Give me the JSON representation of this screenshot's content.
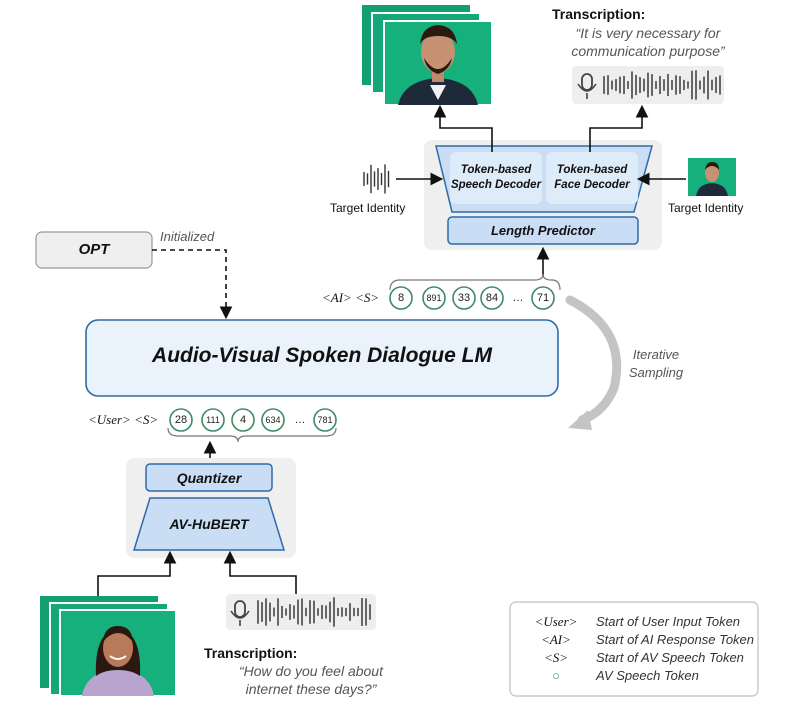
{
  "colors": {
    "token_green": "#3d8a64",
    "box_blue_fill": "#c9def5",
    "box_blue_stroke": "#2f6aa8",
    "panel_gray": "#efefef",
    "video_green": "#16b07d"
  },
  "top_output": {
    "transcription_label": "Transcription:",
    "transcription_text_line1": "“It is very necessary for",
    "transcription_text_line2": "communication purpose”"
  },
  "decoders": {
    "speech_decoder_line1": "Token-based",
    "speech_decoder_line2": "Speech Decoder",
    "face_decoder_line1": "Token-based",
    "face_decoder_line2": "Face Decoder",
    "length_predictor": "Length Predictor",
    "target_identity_left": "Target Identity",
    "target_identity_right": "Target Identity"
  },
  "opt": {
    "label": "OPT",
    "initialized": "Initialized"
  },
  "ai_tokens": {
    "prefix": "<AI> <S>",
    "tokens": [
      "8",
      "891",
      "33",
      "84",
      "…",
      "71"
    ]
  },
  "main_lm": {
    "label": "Audio-Visual Spoken Dialogue LM"
  },
  "iterative_sampling": {
    "line1": "Iterative",
    "line2": "Sampling"
  },
  "user_tokens": {
    "prefix": "<User> <S>",
    "tokens": [
      "28",
      "111",
      "4",
      "634",
      "…",
      "781"
    ]
  },
  "encoder": {
    "quantizer": "Quantizer",
    "av_hubert": "AV-HuBERT"
  },
  "bottom_input": {
    "transcription_label": "Transcription:",
    "transcription_text_line1": "“How do you feel about",
    "transcription_text_line2": "internet these days?”"
  },
  "legend": {
    "rows": [
      {
        "key": "<User>",
        "value": "Start of User Input Token"
      },
      {
        "key": "<AI>",
        "value": "Start of AI Response Token"
      },
      {
        "key": "<S>",
        "value": "Start of AV Speech Token"
      },
      {
        "key": "○",
        "value": "AV Speech Token"
      }
    ]
  }
}
